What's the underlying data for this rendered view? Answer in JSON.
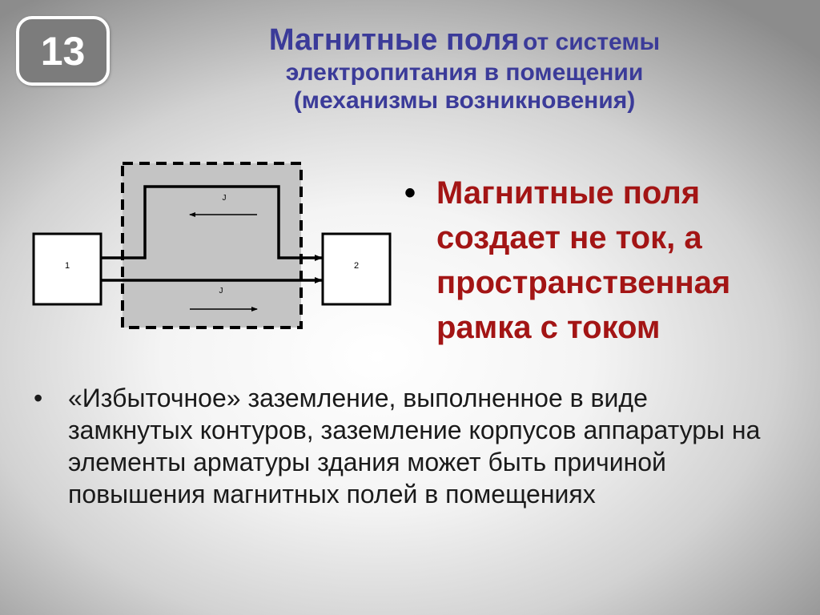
{
  "slide": {
    "number": "13",
    "title_main": "Магнитные поля",
    "title_rest": "от системы",
    "title_line2": "электропитания в помещении",
    "title_line3": "(механизмы возникновения)"
  },
  "diagram": {
    "box1_label": "1",
    "box2_label": "2",
    "current_top_label": "J",
    "current_bottom_label": "J"
  },
  "bullets": {
    "marker": "•",
    "highlight_text": "Магнитные поля создает не ток, а пространственная рамка с током",
    "main_text": "«Избыточное» заземление, выполненное в виде замкнутых контуров, заземление корпусов аппаратуры на элементы арматуры здания может быть причиной повышения магнитных полей в помещениях"
  },
  "colors": {
    "title": "#3b3b99",
    "highlight": "#a31515",
    "badge": "#7c7c7c",
    "frame_fill": "#c4c4c4"
  }
}
